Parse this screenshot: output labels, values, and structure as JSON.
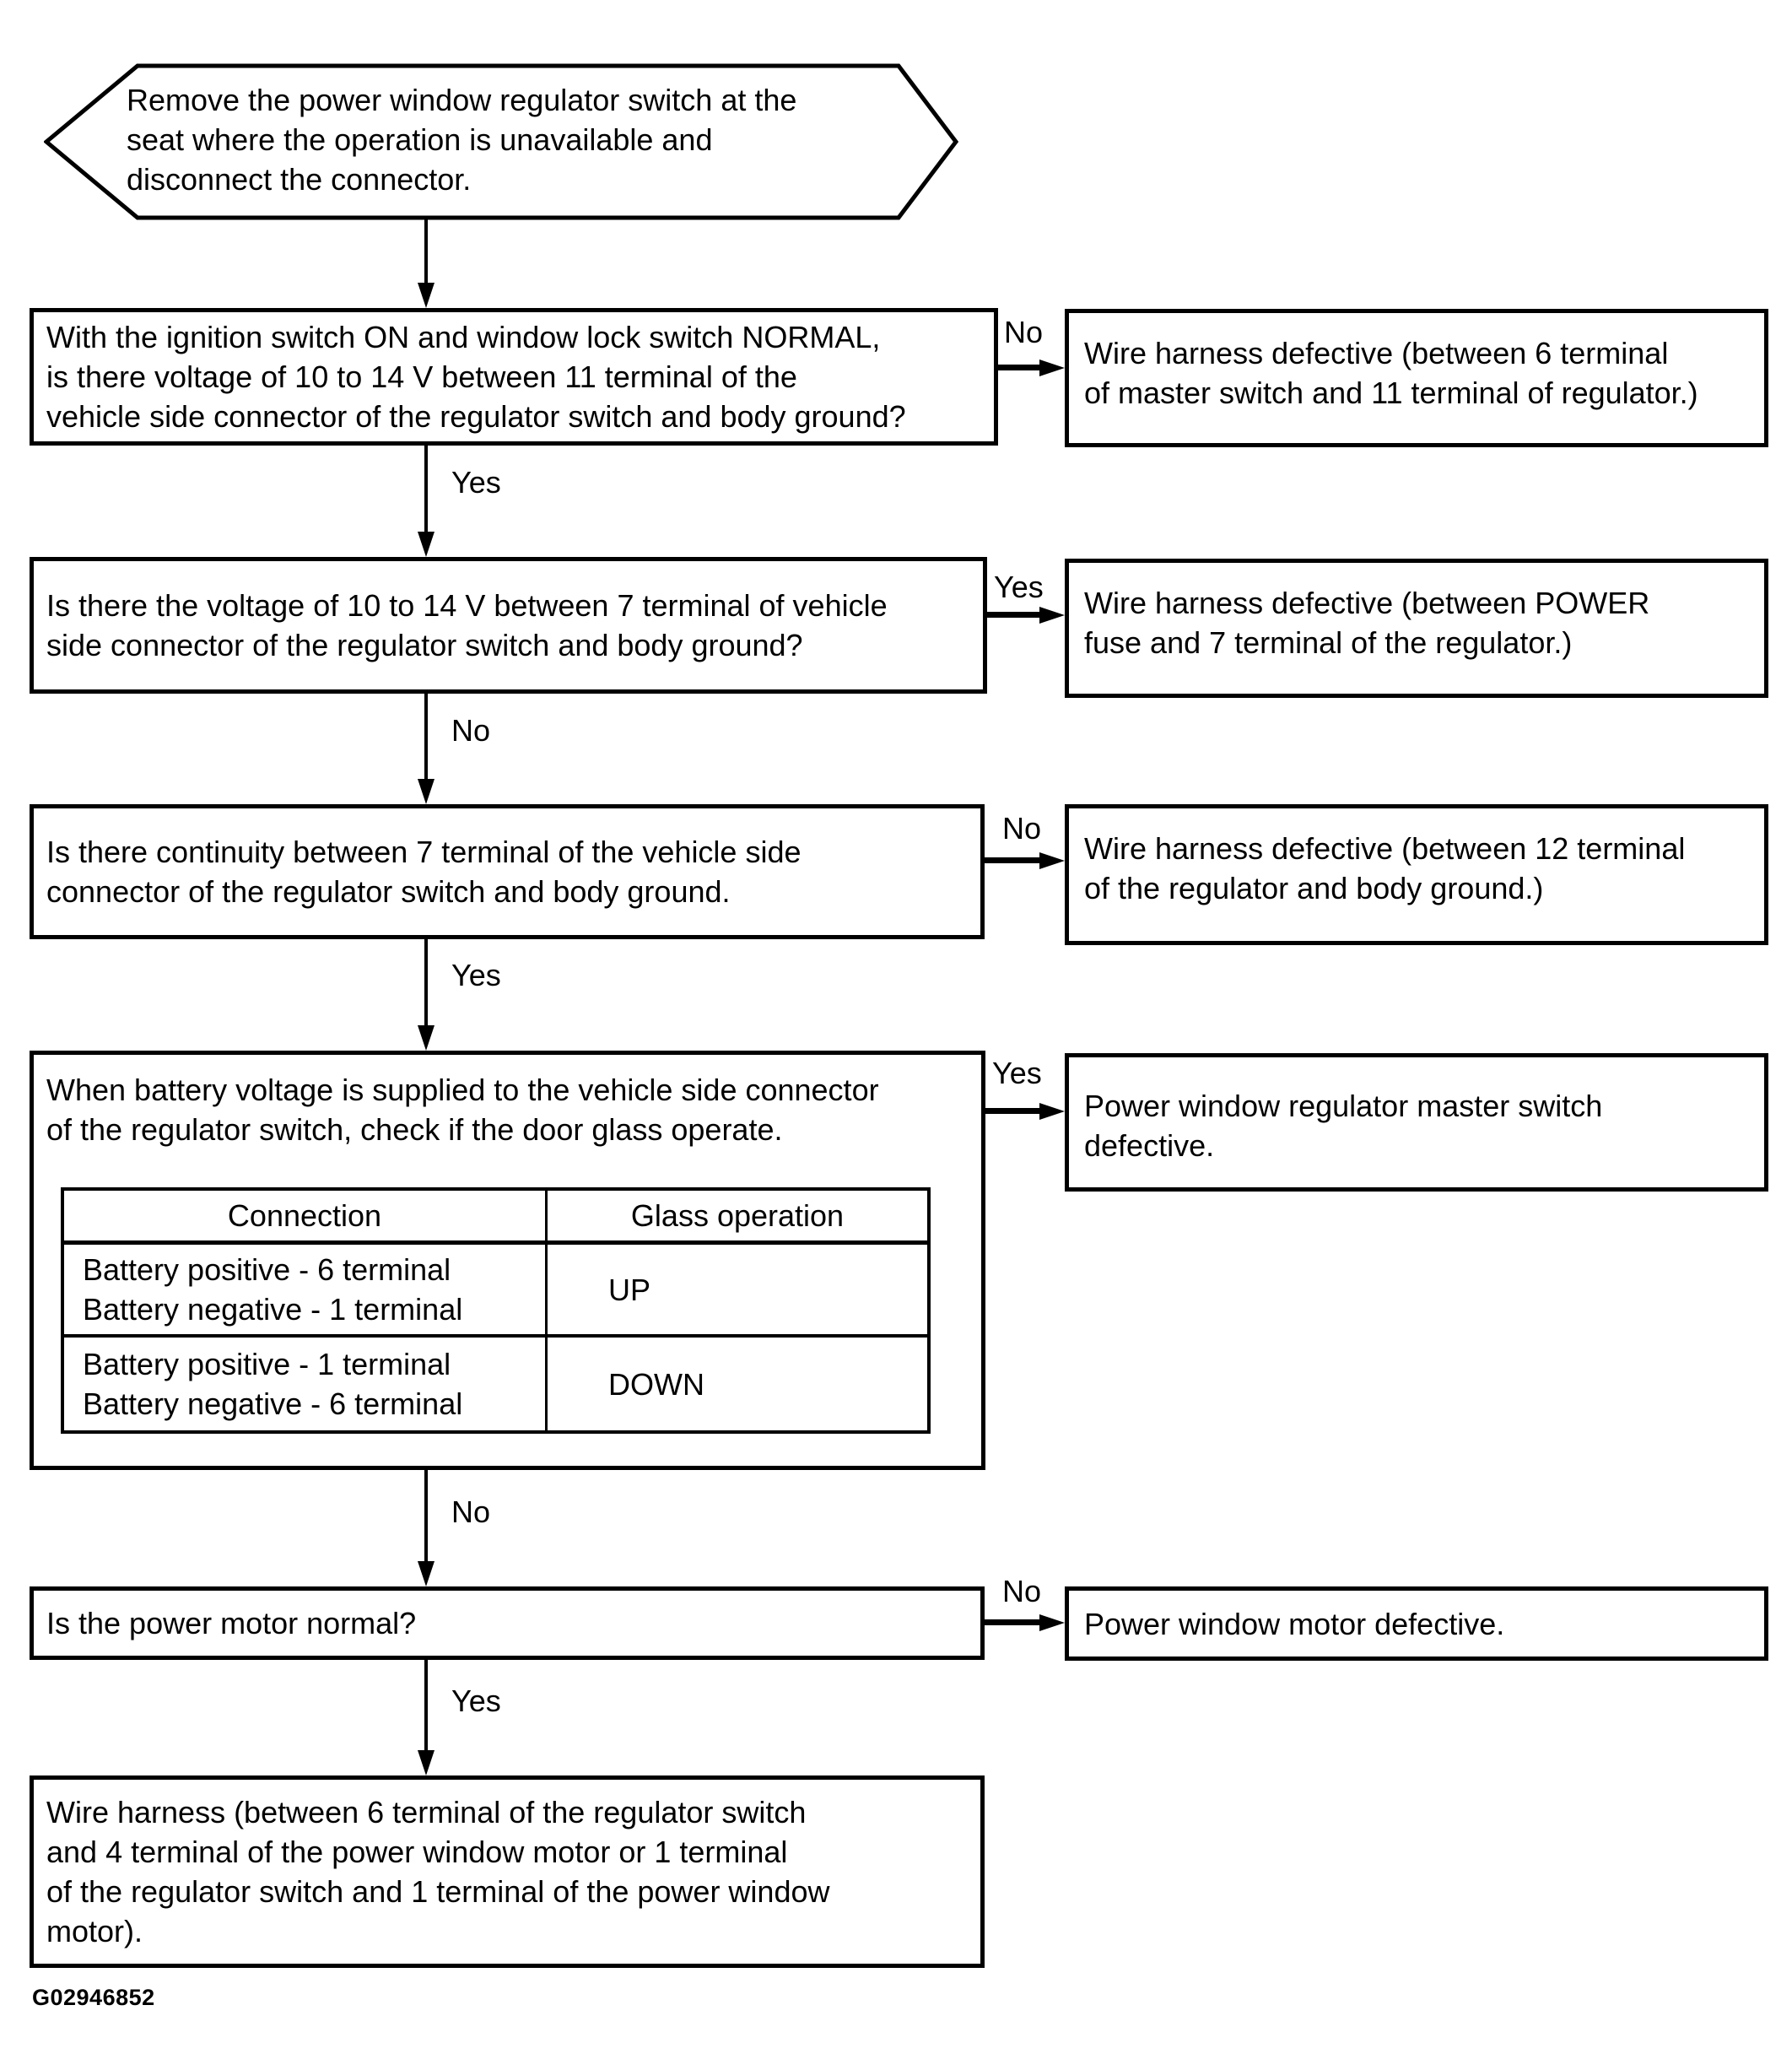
{
  "figure_code": "G02946852",
  "start": {
    "lines": [
      "Remove the power window regulator switch at the",
      "seat where the operation is unavailable and",
      "disconnect the connector."
    ]
  },
  "questions": [
    {
      "lines": [
        "With the ignition switch ON and window lock switch NORMAL,",
        "is there voltage of 10 to 14 V between 11 terminal of the",
        "vehicle side connector of the regulator switch and body ground?"
      ],
      "side_label": "No",
      "down_label": "Yes"
    },
    {
      "lines": [
        "Is there the voltage of 10 to 14 V between 7 terminal of vehicle",
        "side connector of the regulator switch and body ground?"
      ],
      "side_label": "Yes",
      "down_label": "No"
    },
    {
      "lines": [
        "Is there continuity between 7 terminal of the vehicle side",
        "connector of the regulator switch and body ground."
      ],
      "side_label": "No",
      "down_label": "Yes"
    },
    {
      "lines": [
        "When battery voltage is supplied to the vehicle side connector",
        "of the regulator switch, check if the door glass operate."
      ],
      "side_label": "Yes",
      "down_label": "No"
    },
    {
      "lines": [
        "Is the power motor normal?"
      ],
      "side_label": "No",
      "down_label": "Yes"
    }
  ],
  "results": [
    {
      "lines": [
        "Wire harness defective (between 6 terminal",
        "of master switch and 11 terminal of regulator.)"
      ]
    },
    {
      "lines": [
        "Wire harness defective (between POWER",
        "fuse and 7 terminal of the regulator.)"
      ]
    },
    {
      "lines": [
        "Wire harness defective (between 12 terminal",
        "of the regulator and body ground.)"
      ]
    },
    {
      "lines": [
        "Power window regulator master switch",
        "defective."
      ]
    },
    {
      "lines": [
        "Power window motor defective."
      ]
    }
  ],
  "table": {
    "headers": [
      "Connection",
      "Glass operation"
    ],
    "rows": [
      {
        "connection_lines": [
          "Battery positive - 6 terminal",
          "Battery negative - 1 terminal"
        ],
        "operation": "UP"
      },
      {
        "connection_lines": [
          "Battery positive - 1 terminal",
          "Battery negative - 6 terminal"
        ],
        "operation": "DOWN"
      }
    ]
  },
  "final": {
    "lines": [
      "Wire harness (between 6 terminal of the regulator switch",
      "and 4 terminal of the power window motor or 1 terminal",
      "of the regulator switch and 1 terminal of the power window",
      "motor)."
    ]
  }
}
